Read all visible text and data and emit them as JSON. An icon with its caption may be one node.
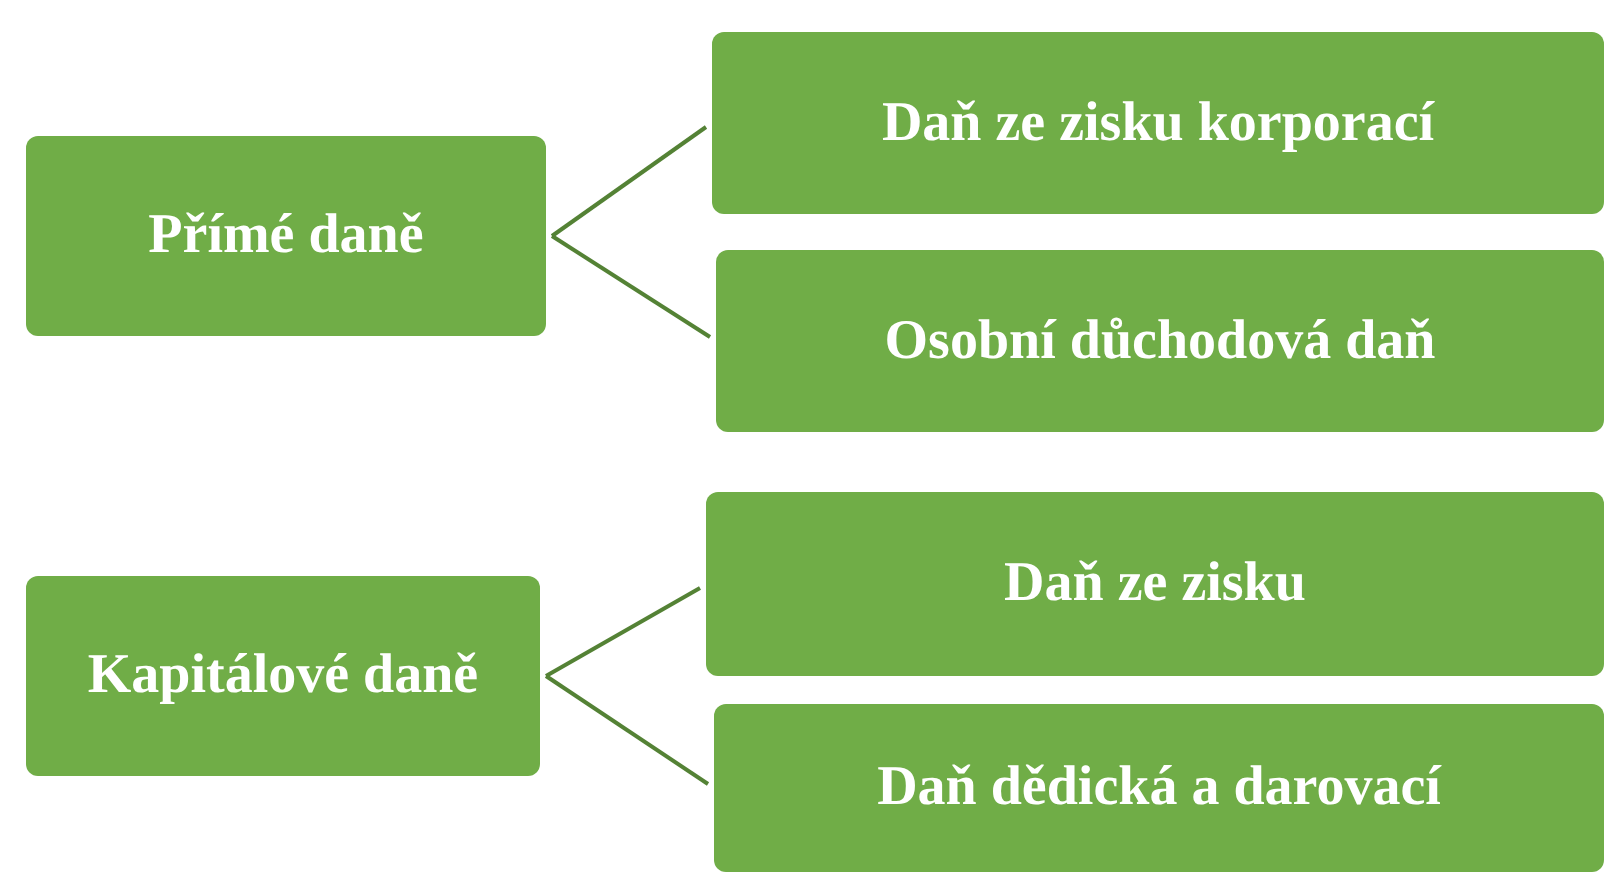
{
  "diagram": {
    "nodes": [
      {
        "text": [
          "Přímé daně"
        ]
      },
      {
        "text": [
          "Daň ze zisku korporací"
        ]
      },
      {
        "text": [
          "Osobní důchodová daň"
        ]
      },
      {
        "text": [
          "Kapitálové daně"
        ]
      },
      {
        "text": [
          "Daň ze zisku"
        ]
      },
      {
        "text": [
          "Daň dědická a darovací"
        ]
      }
    ],
    "edges": [
      {
        "from": 0,
        "to": 1,
        "arrow": "none"
      },
      {
        "from": 0,
        "to": 2,
        "arrow": "none"
      },
      {
        "from": 3,
        "to": 4,
        "arrow": "none"
      },
      {
        "from": 3,
        "to": 5,
        "arrow": "none"
      }
    ]
  }
}
